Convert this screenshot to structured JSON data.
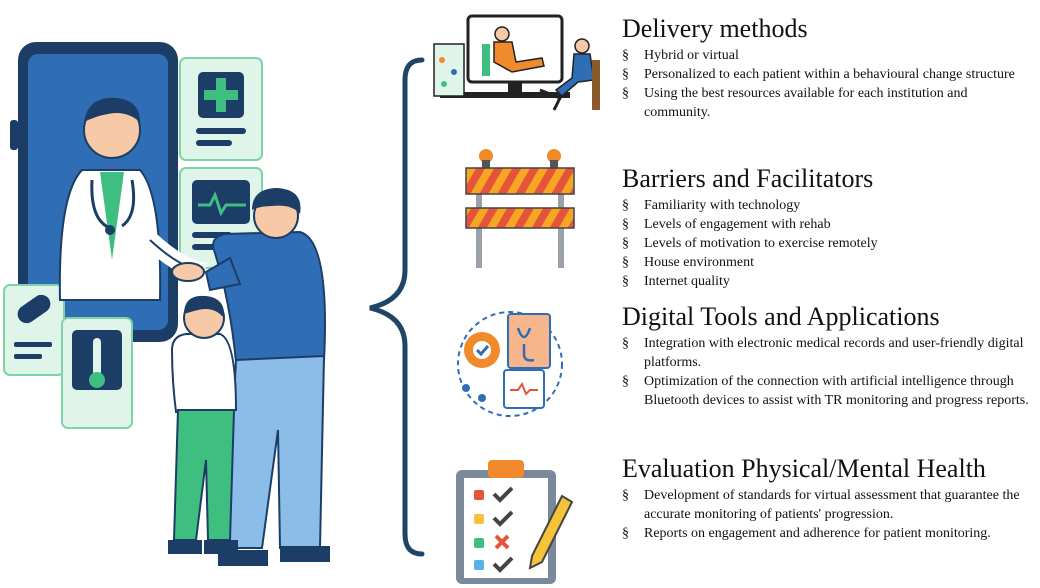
{
  "sections": [
    {
      "title": "Delivery methods",
      "icon": "telerehab-icon",
      "items": [
        "Hybrid or virtual",
        "Personalized to each patient within a behavioural change structure",
        "Using the best resources available for each institution and community."
      ]
    },
    {
      "title": "Barriers and Facilitators",
      "icon": "barricade-icon",
      "items": [
        "Familiarity with technology",
        "Levels of engagement with rehab",
        "Levels of motivation to exercise remotely",
        "House environment",
        "Internet quality"
      ]
    },
    {
      "title": "Digital Tools and Applications",
      "icon": "digital-tools-icon",
      "items": [
        "Integration with electronic medical records and user-friendly digital platforms.",
        "Optimization of the connection with artificial intelligence through Bluetooth devices to assist with TR monitoring and progress reports."
      ]
    },
    {
      "title": "Evaluation Physical/Mental Health",
      "icon": "checklist-icon",
      "items": [
        "Development of standards for virtual assessment that guarantee the accurate monitoring of patients' progression.",
        "Reports on engagement and adherence for patient monitoring."
      ]
    }
  ],
  "bullet_char": "§",
  "colors": {
    "navy": "#1c3d66",
    "blue": "#2f6db5",
    "mint": "#c9efdc",
    "green": "#3fbf7f",
    "orange": "#f08a2a",
    "brace": "#1f4466"
  }
}
